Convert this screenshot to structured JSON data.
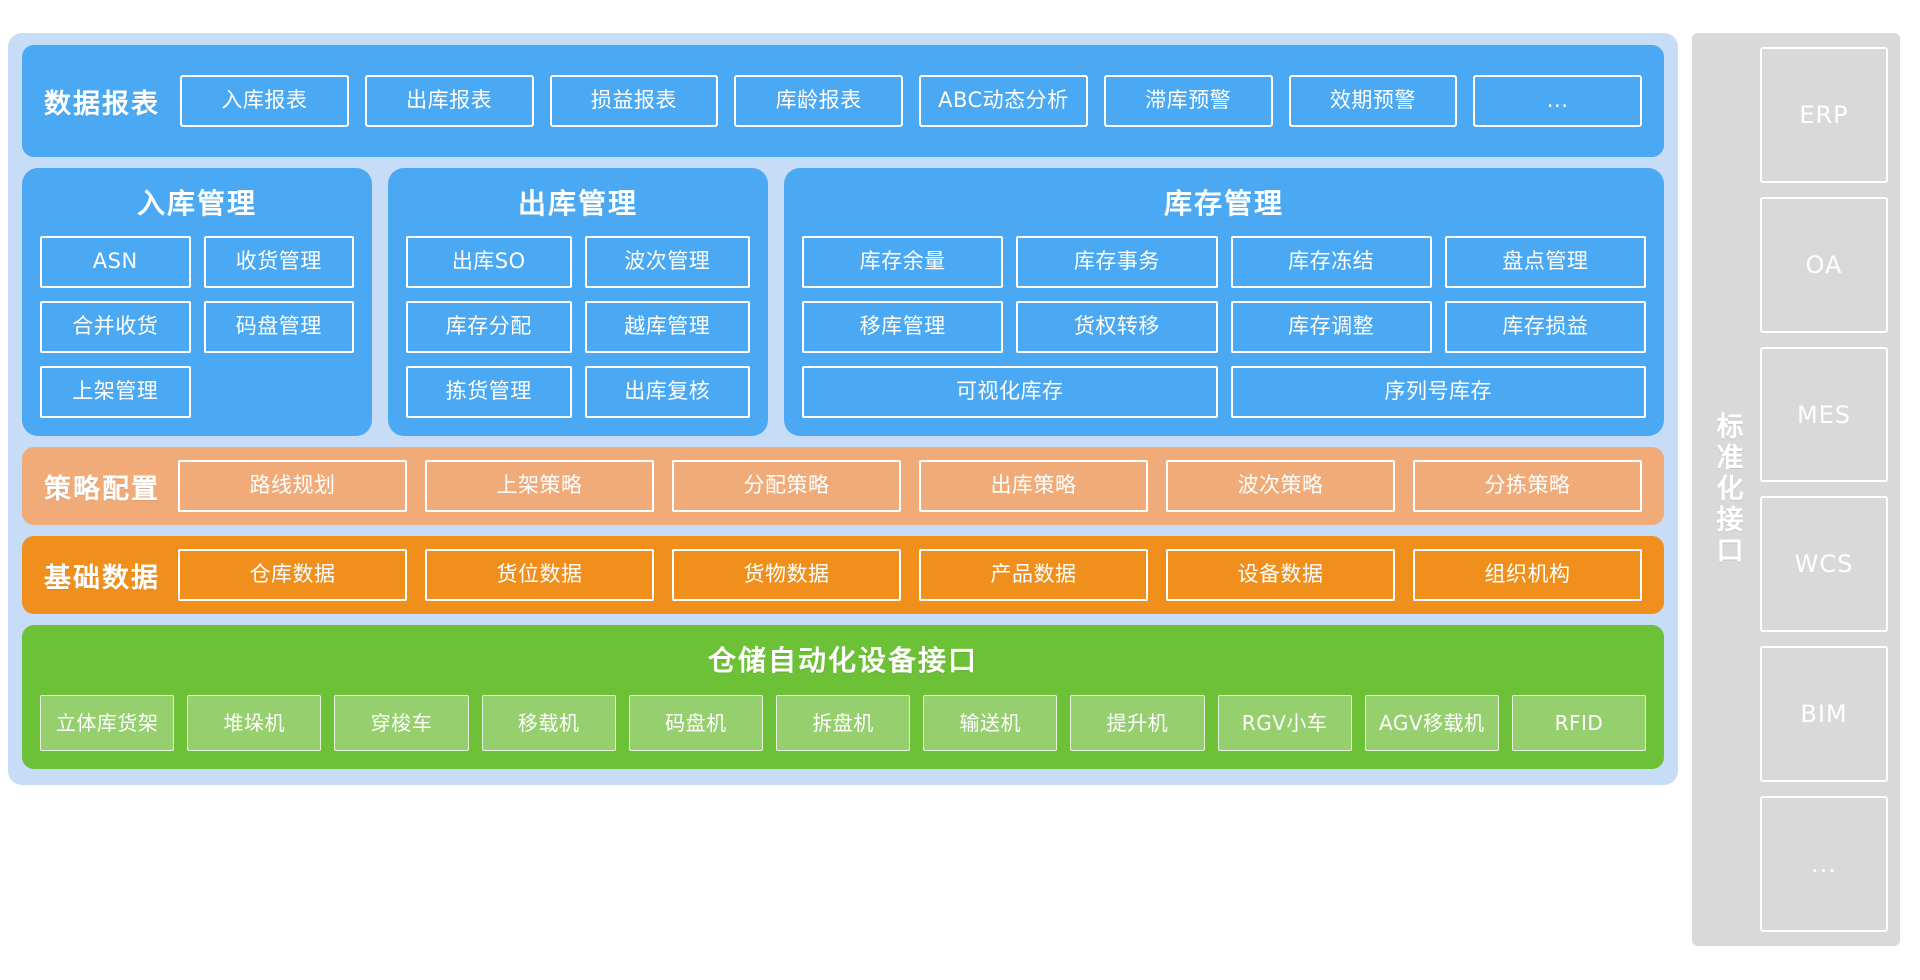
{
  "diagram": {
    "reports": {
      "title": "数据报表",
      "items": [
        "入库报表",
        "出库报表",
        "损益报表",
        "库龄报表",
        "ABC动态分析",
        "滞库预警",
        "效期预警",
        "..."
      ]
    },
    "management": [
      {
        "title": "入库管理",
        "items": [
          "ASN",
          "收货管理",
          "合并收货",
          "码盘管理",
          "上架管理"
        ]
      },
      {
        "title": "出库管理",
        "items": [
          "出库SO",
          "波次管理",
          "库存分配",
          "越库管理",
          "拣货管理",
          "出库复核"
        ]
      },
      {
        "title": "库存管理",
        "items": [
          "库存余量",
          "库存事务",
          "库存冻结",
          "盘点管理",
          "移库管理",
          "货权转移",
          "库存调整",
          "库存损益"
        ],
        "wide_items": [
          "可视化库存",
          "序列号库存"
        ]
      }
    ],
    "strategy": {
      "title": "策略配置",
      "items": [
        "路线规划",
        "上架策略",
        "分配策略",
        "出库策略",
        "波次策略",
        "分拣策略"
      ]
    },
    "basedata": {
      "title": "基础数据",
      "items": [
        "仓库数据",
        "货位数据",
        "货物数据",
        "产品数据",
        "设备数据",
        "组织机构"
      ]
    },
    "equipment": {
      "title": "仓储自动化设备接口",
      "items": [
        "立体库货架",
        "堆垛机",
        "穿梭车",
        "移载机",
        "码盘机",
        "拆盘机",
        "输送机",
        "提升机",
        "RGV小车",
        "AGV移载机",
        "RFID"
      ]
    },
    "sidebar": {
      "label": "标准化接口",
      "items": [
        "ERP",
        "OA",
        "MES",
        "WCS",
        "BIM",
        "..."
      ]
    },
    "colors": {
      "panel_bg": "#c7dcf7",
      "blue": "#4aa9f2",
      "orange_light": "#f0ab78",
      "orange": "#f08f1c",
      "green": "#6cc136",
      "green_chip": "#96cf6e",
      "gray": "#d9d9d9",
      "white": "#ffffff"
    }
  }
}
